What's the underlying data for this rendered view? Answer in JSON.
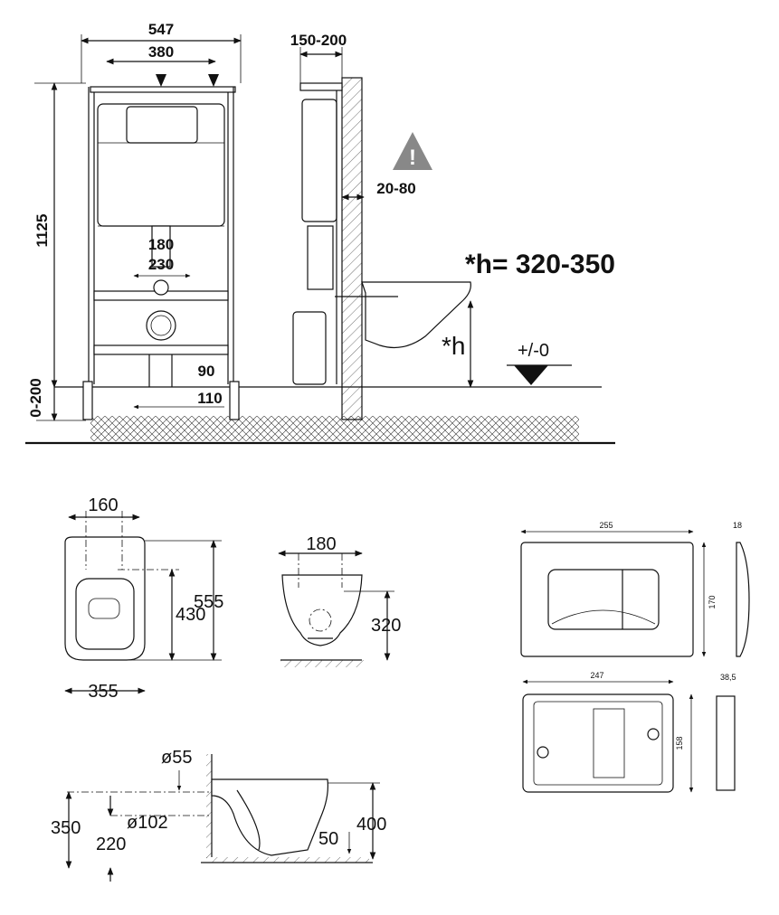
{
  "frame": {
    "width_total": "547",
    "width_inner": "380",
    "height": "1125",
    "leg_adjust": "0-200",
    "drain_a": "180",
    "drain_b": "230",
    "floor_a": "90",
    "floor_b": "110"
  },
  "side": {
    "depth": "150-200",
    "wall_gap": "20-80",
    "h_formula": "*h= 320-350",
    "h_label": "*h",
    "level": "+/-0"
  },
  "bowl_top": {
    "hole_spacing": "160",
    "depth_inner": "430",
    "depth_total": "555",
    "width": "355"
  },
  "bowl_front": {
    "hole_spacing": "180",
    "height": "320"
  },
  "bowl_side": {
    "outlet_dia": "ø55",
    "drain_dia": "ø102",
    "height_350": "350",
    "height_220": "220",
    "height_400": "400",
    "gap_50": "50"
  },
  "plate": {
    "width": "255",
    "depth": "18",
    "height": "170",
    "back_width": "247",
    "back_depth": "38,5",
    "back_height": "158"
  }
}
